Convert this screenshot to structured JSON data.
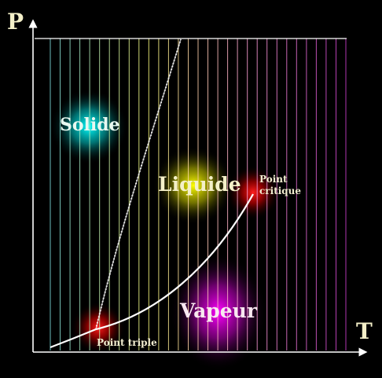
{
  "axes": {
    "y_label": "P",
    "x_label": "T"
  },
  "regions": {
    "solid": "Solide",
    "liquid": "Liquide",
    "vapor": "Vapeur"
  },
  "points": {
    "triple": "Point triple",
    "critical_line1": "Point",
    "critical_line2": "critique"
  },
  "colors": {
    "background": "#000000",
    "axis": "#ffffff",
    "curve": "#ffffff",
    "glow_solid": "#00e6e6",
    "glow_liquid": "#e6e600",
    "glow_vapor": "#e600e6",
    "glow_point": "#ff1010",
    "stripe_gradient": [
      "#7fe0e0",
      "#ffff80",
      "#ffa0d8",
      "#d040d0"
    ]
  }
}
